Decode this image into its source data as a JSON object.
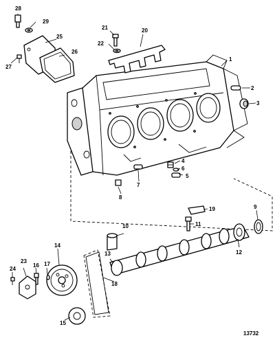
{
  "diagram": {
    "figure_number": "13732",
    "callouts": {
      "c1": "1",
      "c2": "2",
      "c3": "3",
      "c4": "4",
      "c5": "5",
      "c6": "6",
      "c7": "7",
      "c8": "8",
      "c9": "9",
      "c10": "10",
      "c11": "11",
      "c12": "12",
      "c13": "13",
      "c14": "14",
      "c15": "15",
      "c16": "16",
      "c17": "17",
      "c18": "18",
      "c19": "19",
      "c20": "20",
      "c21": "21",
      "c22": "22",
      "c23": "23",
      "c24": "24",
      "c25": "25",
      "c26": "26",
      "c27": "27",
      "c28": "28",
      "c29": "29"
    }
  }
}
